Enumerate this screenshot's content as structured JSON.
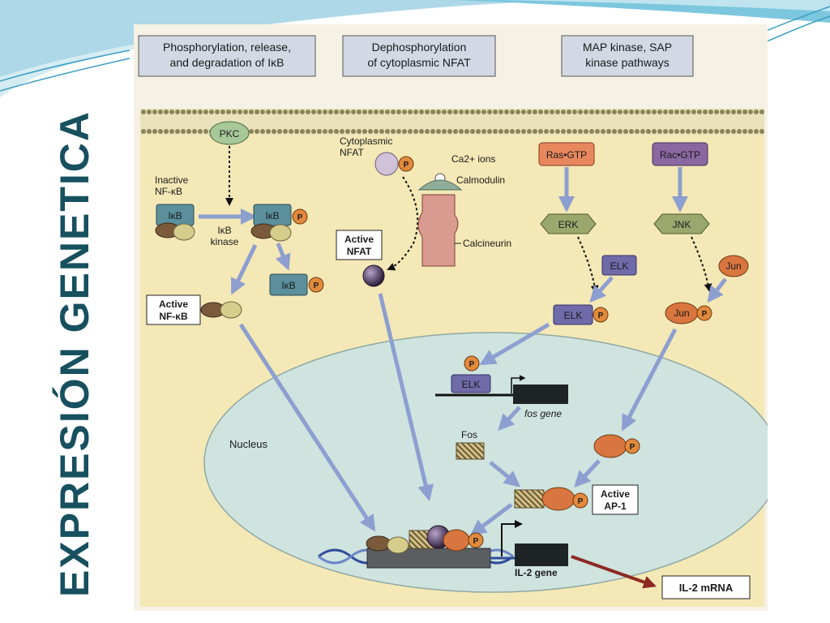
{
  "slide_title": "EXPRESIÓN GENETICA",
  "colors": {
    "title": "#17505f",
    "cell": "#f4e8b6",
    "nucleus": "#cfe3df",
    "arrow": "#8d9fd0",
    "mrna_arrow": "#8c2a22"
  },
  "headers": {
    "h1": [
      "Phosphorylation, release,",
      "and degradation of IκB"
    ],
    "h2": [
      "Dephosphorylation",
      "of cytoplasmic NFAT"
    ],
    "h3": [
      "MAP kinase, SAP",
      "kinase pathways"
    ]
  },
  "labels": {
    "pkc": "PKC",
    "inactive_nfkb": [
      "Inactive",
      "NF-κB"
    ],
    "ikb": "IκB",
    "ikb_kinase": [
      "IκB",
      "kinase"
    ],
    "active_nfkb": [
      "Active",
      "NF-κB"
    ],
    "cytoplasmic_nfat": [
      "Cytoplasmic",
      "NFAT"
    ],
    "active_nfat": [
      "Active",
      "NFAT"
    ],
    "ca_ions": "Ca2+ ions",
    "calmodulin": "Calmodulin",
    "calcineurin": "Calcineurin",
    "ras_gtp": "Ras•GTP",
    "rac_gtp": "Rac•GTP",
    "erk": "ERK",
    "jnk": "JNK",
    "elk": "ELK",
    "jun": "Jun",
    "p": "P",
    "nucleus": "Nucleus",
    "fos": "Fos",
    "fos_gene": "fos gene",
    "active_ap1": [
      "Active",
      "AP-1"
    ],
    "il2_gene": "IL-2 gene",
    "il2_mrna": "IL-2 mRNA"
  }
}
